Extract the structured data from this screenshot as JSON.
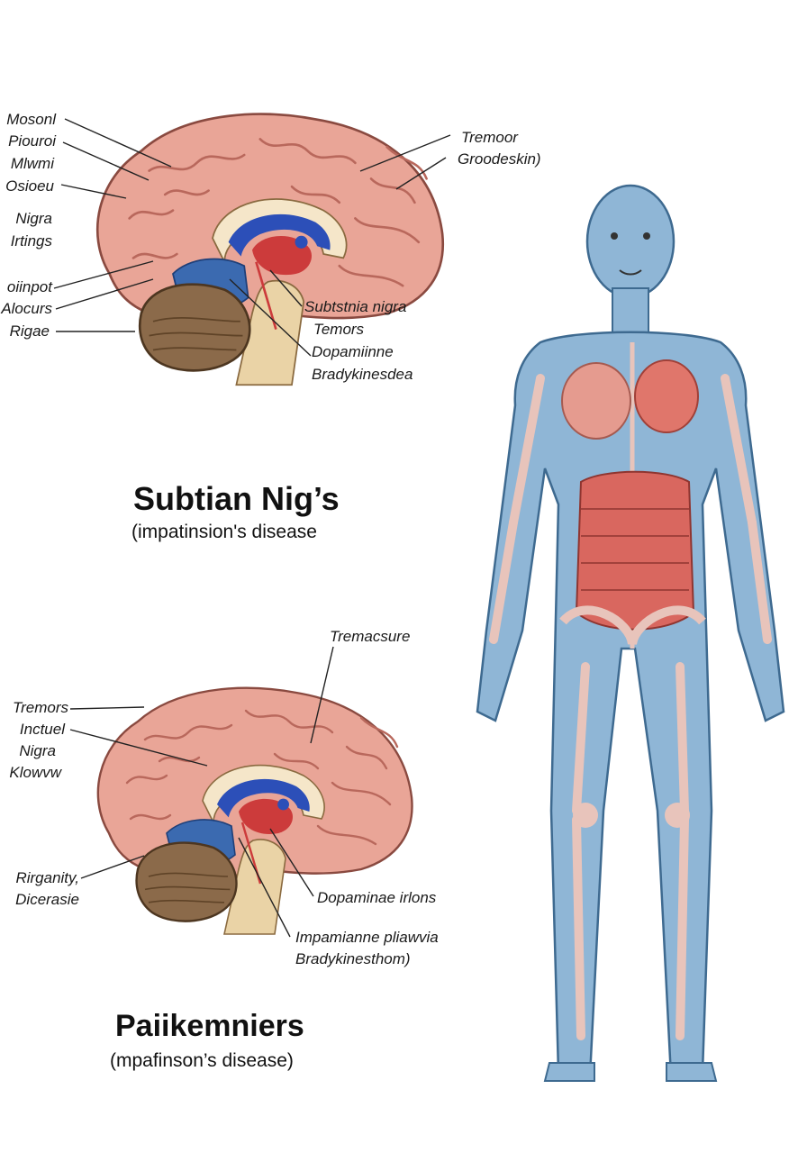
{
  "top_brain": {
    "left_labels": [
      "Mosonl",
      "Piouroi",
      "Mlwmi",
      "Osioeu",
      "Nigra",
      "Irtings",
      "oiinpot",
      "Alocurs",
      "Rigae"
    ],
    "right_upper_labels": [
      "Tremoor",
      "Groodeskin)"
    ],
    "right_lower_labels": [
      "Subtstnia nigra",
      "Temors",
      "Dopamiinne",
      "Bradykinesdea"
    ],
    "title": "Subtian Nig’s",
    "subtitle": "(impatinsion's disease"
  },
  "bottom_brain": {
    "top_label": "Tremacsure",
    "left_labels": [
      "Tremors",
      "Inctuel",
      "Nigra",
      "Klowvw",
      "Rirganity,",
      "Dicerasie"
    ],
    "right_labels": [
      "Dopaminae irlons",
      "Impamianne pliawvia",
      "Bradykinesthom)"
    ],
    "title": "Paiikemniers",
    "subtitle": "(mpafinson’s disease)"
  },
  "colors": {
    "cortex": "#e9a597",
    "cortex_fold": "#b9685c",
    "cerebellum": "#8b6a4a",
    "brainstem": "#ead3a6",
    "ventricle_blue": "#2c4fb8",
    "red_nucleus": "#cc3b3b",
    "body_skin": "#8fb6d6",
    "bone": "#e8c4bb",
    "lung": "#e59b8f",
    "intestine": "#d9675f"
  }
}
